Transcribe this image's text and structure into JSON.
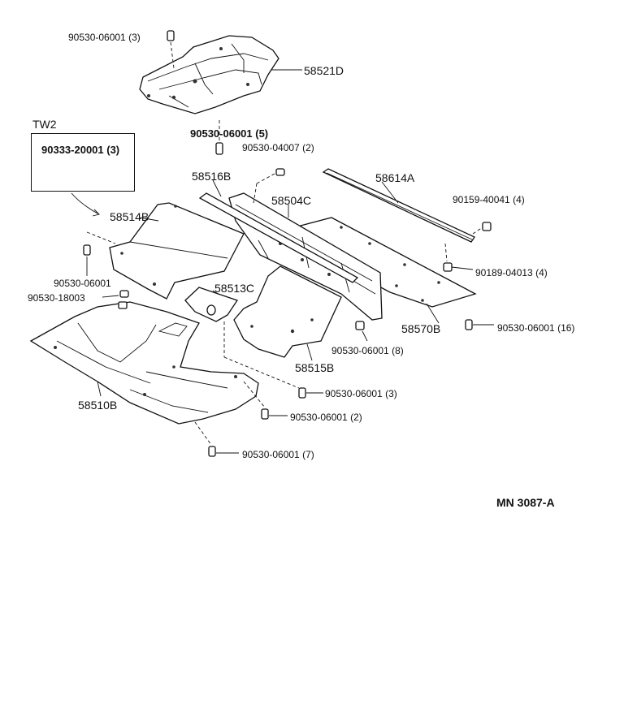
{
  "diagram": {
    "code": "MN  3087-A",
    "callout": {
      "title": "TW2",
      "part_label": "90333-20001 (3)"
    },
    "labels": {
      "p58521D": "58521D",
      "p58516B": "58516B",
      "p58504C": "58504C",
      "p58614A": "58614A",
      "p58514B": "58514B",
      "p58513C": "58513C",
      "p58570B": "58570B",
      "p58515B": "58515B",
      "p58510B": "58510B",
      "f90530_06001_3_top": "90530-06001 (3)",
      "f90530_06001_5": "90530-06001 (5)",
      "f90530_04007_2": "90530-04007 (2)",
      "f90159_40041_4": "90159-40041 (4)",
      "f90189_04013_4": "90189-04013 (4)",
      "f90530_06001_left": "90530-06001",
      "f90530_18003": "90530-18003",
      "f90530_06001_16": "90530-06001 (16)",
      "f90530_06001_8": "90530-06001 (8)",
      "f90530_06001_3_mid": "90530-06001 (3)",
      "f90530_06001_2": "90530-06001 (2)",
      "f90530_06001_7": "90530-06001 (7)"
    }
  }
}
